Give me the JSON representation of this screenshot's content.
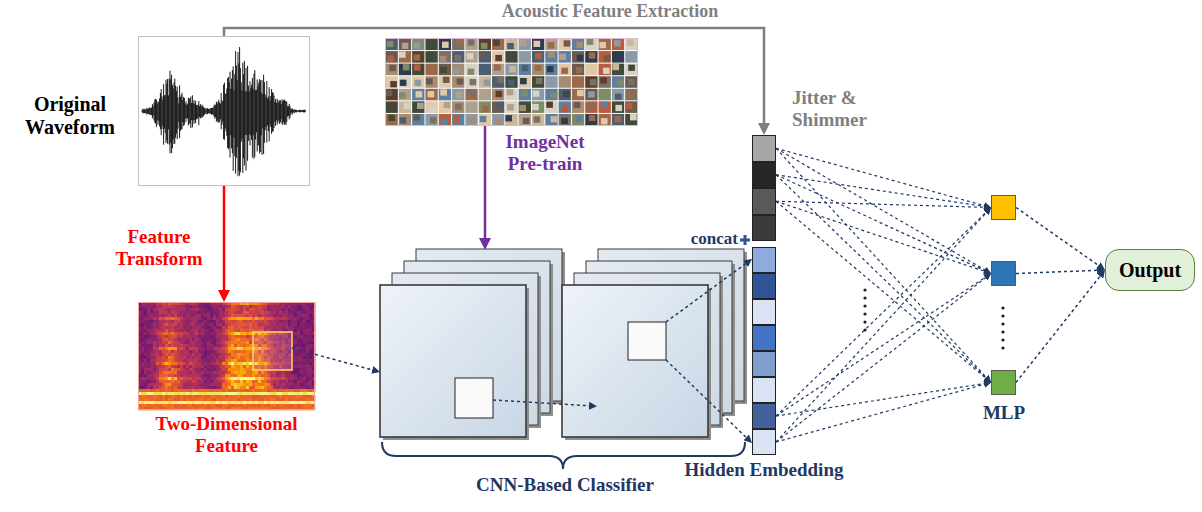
{
  "diagram": {
    "nodes": [
      {
        "text": [
          "Original Waveform"
        ]
      },
      {
        "text": [
          "ImageNet Pre-train"
        ]
      },
      {
        "text": [
          "Two-Dimensional Feature"
        ]
      },
      {
        "text": [
          "CNN-Based Classifier"
        ]
      },
      {
        "text": [
          "Jitter & Shimmer"
        ]
      },
      {
        "text": [
          "Hidden Embedding"
        ]
      },
      {
        "text": [
          "MLP"
        ]
      },
      {
        "text": [
          "Output"
        ]
      }
    ],
    "edges": [
      {
        "from": 0,
        "to": 4,
        "label": "Acoustic Feature Extraction",
        "arrow": "to"
      },
      {
        "from": 0,
        "to": 2,
        "label": "Feature Transform",
        "arrow": "to"
      },
      {
        "from": 1,
        "to": 3,
        "arrow": "to"
      },
      {
        "from": 2,
        "to": 3,
        "arrow": "to"
      },
      {
        "from": 3,
        "to": 5,
        "arrow": "to"
      },
      {
        "from": 4,
        "to": 6,
        "arrow": "to"
      },
      {
        "from": 5,
        "to": 6,
        "arrow": "to"
      },
      {
        "from": 6,
        "to": 7,
        "arrow": "to"
      }
    ],
    "labels": [
      "concat"
    ]
  }
}
